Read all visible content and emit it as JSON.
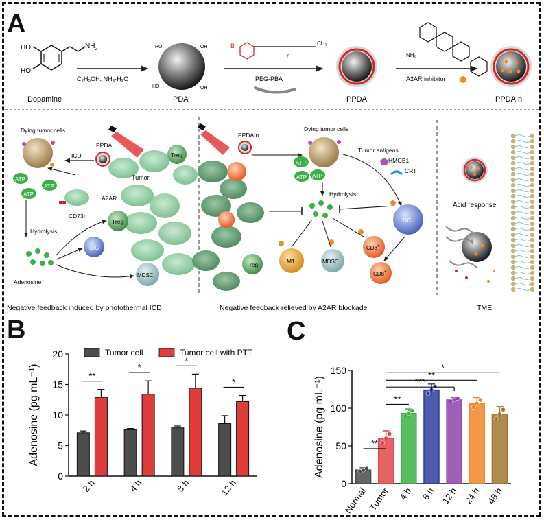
{
  "panel_a": {
    "label": "A",
    "synthesis": {
      "dopamine": "Dopamine",
      "ho": "HO",
      "nh2": "NH",
      "nh2_sub": "2",
      "step1": "C₂H₅OH, NH₃·H₂O",
      "pda": "PDA",
      "ho_short": "HO",
      "oh_short": "OH",
      "peg_b": "B",
      "peg_n": "n",
      "peg_ch3": "CH₃",
      "step2": "PEG-PBA",
      "ppda": "PPDA",
      "step3": "A2AR inhibitor",
      "nh2_label": "NH₂",
      "ppdain": "PPDAIn"
    },
    "left": {
      "dying": "Dying tumor cells",
      "ppda": "PPDA",
      "icd": "ICD",
      "atp": "ATP",
      "tumor": "Tumor",
      "treg": "Treg",
      "a2ar": "A2AR",
      "cd73": "CD73",
      "arrow_up": "↑",
      "hydrolysis": "Hydrolysis",
      "idc": "iDC",
      "mdsc": "MDSC",
      "adenosine": "Adenosine",
      "caption": "Negative feedback induced by photothermal ICD"
    },
    "middle": {
      "ppdain": "PPDAIn",
      "dying": "Dying tumor cells",
      "tumor_antigens": "Tumor antigens",
      "hmgb1": "HMGB1",
      "crt": "CRT",
      "atp": "ATP",
      "hydrolysis": "Hydrolysis",
      "dc": "DC",
      "treg": "Treg",
      "m1": "M1",
      "mdsc": "MDSC",
      "cd8": "CD8",
      "cd8_sup": "+",
      "caption": "Negative feedback relieved by A2AR blockade"
    },
    "right": {
      "acid": "Acid response",
      "caption": "TME"
    }
  },
  "panel_b": {
    "label": "B"
  },
  "panel_c": {
    "label": "C"
  },
  "chart_data": [
    {
      "type": "bar",
      "panel": "B",
      "categories": [
        "2 h",
        "4 h",
        "8 h",
        "12 h"
      ],
      "series": [
        {
          "name": "Tumor cell",
          "color": "#4d4d4d",
          "values": [
            7.1,
            7.6,
            7.9,
            8.6
          ],
          "errors": [
            0.3,
            0.2,
            0.3,
            1.3
          ]
        },
        {
          "name": "Tumor cell with PTT",
          "color": "#e03c3c",
          "values": [
            12.9,
            13.4,
            14.4,
            12.2
          ],
          "errors": [
            1.3,
            2.2,
            2.3,
            1.0
          ]
        }
      ],
      "significance": [
        "**",
        "*",
        "*",
        "*"
      ],
      "ylabel": "Adenosine (pg mL⁻¹)",
      "ylim": [
        0,
        20
      ],
      "yticks": [
        0,
        5,
        10,
        15,
        20
      ],
      "legend": "top"
    },
    {
      "type": "bar",
      "panel": "C",
      "categories": [
        "Normal",
        "Tumor",
        "4 h",
        "8 h",
        "12 h",
        "24 h",
        "48 h"
      ],
      "values": [
        18,
        60,
        93,
        124,
        111,
        106,
        92
      ],
      "errors": [
        3,
        10,
        6,
        8,
        3,
        8,
        10
      ],
      "colors": [
        "#4a4a4a",
        "#e0474c",
        "#3cb043",
        "#2f3e9e",
        "#8e44ad",
        "#f0862a",
        "#a07830"
      ],
      "ylabel": "Adenosine (pg mL⁻¹)",
      "ylim": [
        0,
        150
      ],
      "yticks": [
        0,
        50,
        100,
        150
      ],
      "significance": [
        {
          "from": "Normal",
          "to": "Tumor",
          "label": "**"
        },
        {
          "from": "Tumor",
          "to": "4 h",
          "label": "**"
        },
        {
          "from": "Tumor",
          "to": "12 h",
          "label": "***"
        },
        {
          "from": "Tumor",
          "to": "24 h",
          "label": "**"
        },
        {
          "from": "Tumor",
          "to": "48 h",
          "label": "*"
        }
      ]
    }
  ]
}
